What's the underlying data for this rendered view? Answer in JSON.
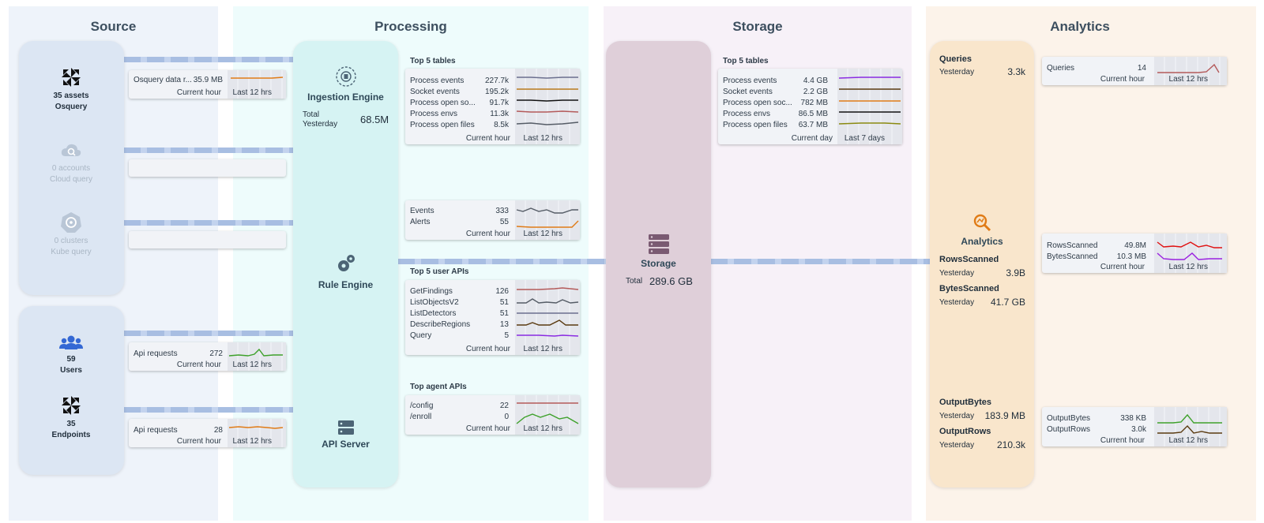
{
  "columns": {
    "source": "Source",
    "processing": "Processing",
    "storage": "Storage",
    "analytics": "Analytics"
  },
  "source": {
    "osquery": {
      "count": "35 assets",
      "name": "Osquery"
    },
    "cloud": {
      "count": "0 accounts",
      "name": "Cloud query"
    },
    "kube": {
      "count": "0 clusters",
      "name": "Kube query"
    },
    "users": {
      "count": "59",
      "name": "Users"
    },
    "endpoints": {
      "count": "35",
      "name": "Endpoints"
    }
  },
  "source_cards": {
    "osquery": {
      "label": "Osquery data r...",
      "value": "35.9 MB",
      "left_foot": "Current hour",
      "right_foot": "Last 12 hrs",
      "color": "#e07b16"
    },
    "users": {
      "label": "Api requests",
      "value": "272",
      "left_foot": "Current hour",
      "right_foot": "Last 12 hrs",
      "color": "#3ea12b"
    },
    "endpoints": {
      "label": "Api requests",
      "value": "28",
      "left_foot": "Current hour",
      "right_foot": "Last 12 hrs",
      "color": "#e07b16"
    }
  },
  "processing": {
    "ingestion": {
      "name": "Ingestion Engine",
      "total_label": "Total",
      "period": "Yesterday",
      "total": "68.5M"
    },
    "rule": {
      "name": "Rule Engine"
    },
    "api": {
      "name": "API Server"
    },
    "top_tables": {
      "title": "Top 5 tables",
      "rows": [
        {
          "label": "Process events",
          "value": "227.7k",
          "color": "#6b6f8e"
        },
        {
          "label": "Socket events",
          "value": "195.2k",
          "color": "#b97a1c"
        },
        {
          "label": "Process open so...",
          "value": "91.7k",
          "color": "#111111"
        },
        {
          "label": "Process envs",
          "value": "11.3k",
          "color": "#b45a5a"
        },
        {
          "label": "Process open files",
          "value": "8.5k",
          "color": "#555c66"
        }
      ],
      "left_foot": "Current hour",
      "right_foot": "Last 12 hrs"
    },
    "events": {
      "rows": [
        {
          "label": "Events",
          "value": "333",
          "color": "#555c66"
        },
        {
          "label": "Alerts",
          "value": "55",
          "color": "#e07b16"
        }
      ],
      "left_foot": "Current hour",
      "right_foot": "Last 12 hrs"
    },
    "user_apis": {
      "title": "Top 5 user APIs",
      "rows": [
        {
          "label": "GetFindings",
          "value": "126",
          "color": "#b45a5a"
        },
        {
          "label": "ListObjectsV2",
          "value": "51",
          "color": "#555c66"
        },
        {
          "label": "ListDetectors",
          "value": "51",
          "color": "#6b6f8e"
        },
        {
          "label": "DescribeRegions",
          "value": "13",
          "color": "#5a3a10"
        },
        {
          "label": "Query",
          "value": "5",
          "color": "#8a2be2"
        }
      ],
      "left_foot": "Current hour",
      "right_foot": "Last 12 hrs"
    },
    "agent_apis": {
      "title": "Top agent APIs",
      "rows": [
        {
          "label": "/config",
          "value": "22",
          "color": "#b45a5a"
        },
        {
          "label": "/enroll",
          "value": "0",
          "color": "#3ea12b"
        }
      ],
      "left_foot": "Current hour",
      "right_foot": "Last 12 hrs"
    }
  },
  "storage": {
    "name": "Storage",
    "total_label": "Total",
    "total": "289.6 GB",
    "top_tables": {
      "title": "Top 5 tables",
      "rows": [
        {
          "label": "Process events",
          "value": "4.4 GB",
          "color": "#8a2be2"
        },
        {
          "label": "Socket events",
          "value": "2.2 GB",
          "color": "#5a3a10"
        },
        {
          "label": "Process open soc...",
          "value": "782 MB",
          "color": "#e07b16"
        },
        {
          "label": "Process envs",
          "value": "86.5 MB",
          "color": "#111111"
        },
        {
          "label": "Process open files",
          "value": "63.7 MB",
          "color": "#8a8a10"
        }
      ],
      "left_foot": "Current day",
      "right_foot": "Last 7 days"
    }
  },
  "analytics": {
    "name": "Analytics",
    "queries": {
      "label": "Queries",
      "period": "Yesterday",
      "value": "3.3k"
    },
    "rows_scanned": {
      "label": "RowsScanned",
      "period": "Yesterday",
      "value": "3.9B"
    },
    "bytes_scanned": {
      "label": "BytesScanned",
      "period": "Yesterday",
      "value": "41.7 GB"
    },
    "output_bytes": {
      "label": "OutputBytes",
      "period": "Yesterday",
      "value": "183.9 MB"
    },
    "output_rows": {
      "label": "OutputRows",
      "period": "Yesterday",
      "value": "210.3k"
    },
    "cards": {
      "queries": {
        "rows": [
          {
            "label": "Queries",
            "value": "14",
            "color": "#b45a5a"
          }
        ],
        "left_foot": "Current hour",
        "right_foot": "Last 12 hrs"
      },
      "scanned": {
        "rows": [
          {
            "label": "RowsScanned",
            "value": "49.8M",
            "color": "#e01010"
          },
          {
            "label": "BytesScanned",
            "value": "10.3 MB",
            "color": "#9a20e0"
          }
        ],
        "left_foot": "Current hour",
        "right_foot": "Last 12 hrs"
      },
      "output": {
        "rows": [
          {
            "label": "OutputBytes",
            "value": "338 KB",
            "color": "#3ea12b"
          },
          {
            "label": "OutputRows",
            "value": "3.0k",
            "color": "#5a3a10"
          }
        ],
        "left_foot": "Current hour",
        "right_foot": "Last 12 hrs"
      }
    }
  }
}
